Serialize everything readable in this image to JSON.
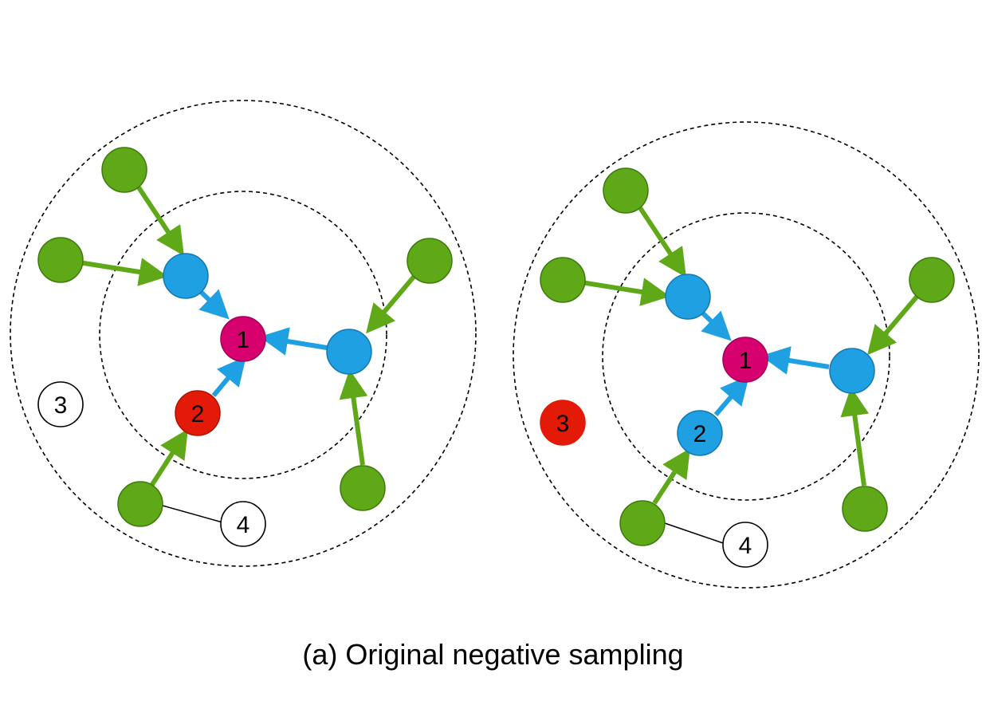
{
  "caption": "(a) Original negative sampling",
  "colors": {
    "target": "#D6006F",
    "target_stroke": "#A3005A",
    "first_order": "#1EA0E2",
    "first_order_stroke": "#1478B4",
    "second_order": "#5FA818",
    "second_order_stroke": "#3E7A0C",
    "negative": "#E31A08",
    "negative_stroke": "#B01205",
    "unsampled_fill": "#FFFFFF",
    "edge_first": "#1EA0E2",
    "edge_second": "#5FA818",
    "plain_edge": "#000000",
    "ring": "#000000"
  },
  "left_graph": {
    "node_1": "1",
    "node_2": "2",
    "node_3": "3",
    "node_4": "4"
  },
  "right_graph": {
    "node_1": "1",
    "node_2": "2",
    "node_3": "3",
    "node_4": "4"
  }
}
